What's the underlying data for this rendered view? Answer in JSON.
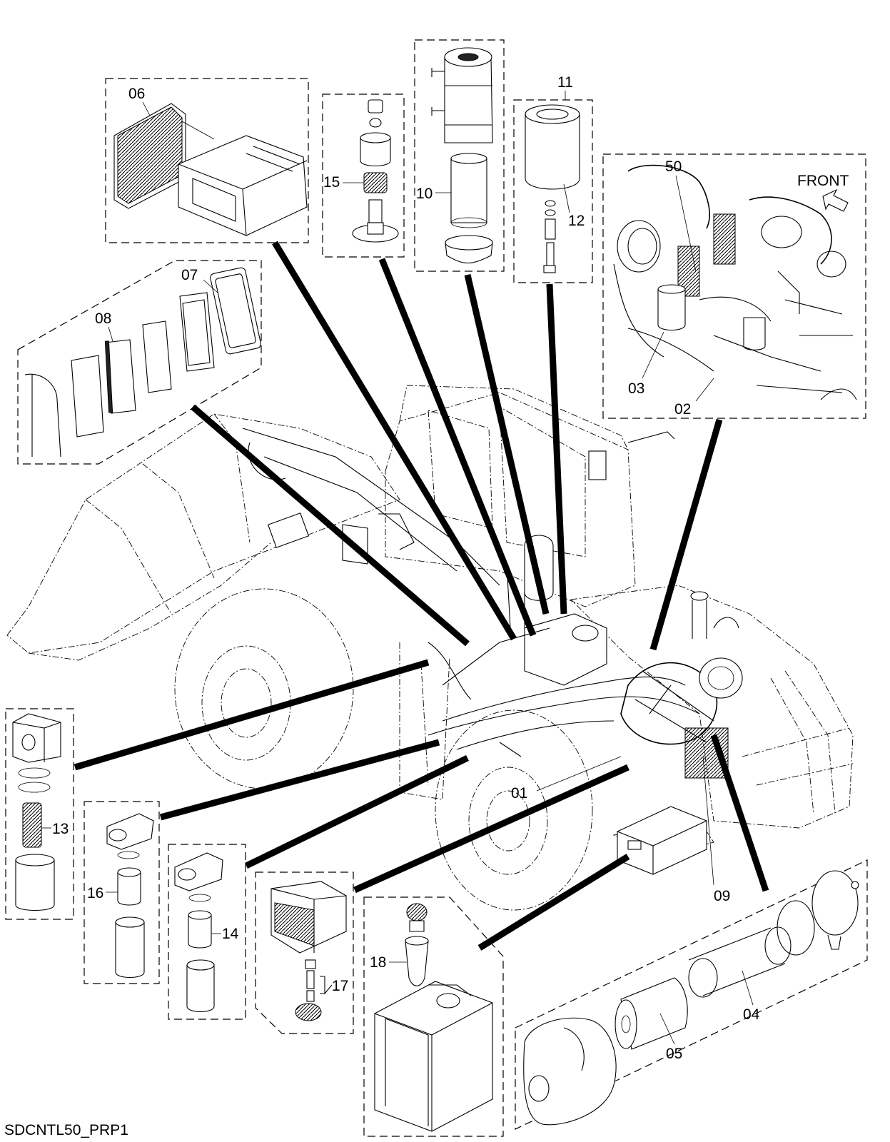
{
  "diagram": {
    "code": "SDCNTL50_PRP1",
    "direction_label": "FRONT",
    "callouts": {
      "c01": "01",
      "c02": "02",
      "c03": "03",
      "c04": "04",
      "c05": "05",
      "c06": "06",
      "c07": "07",
      "c08": "08",
      "c09": "09",
      "c10": "10",
      "c11": "11",
      "c12": "12",
      "c13": "13",
      "c14": "14",
      "c15": "15",
      "c16": "16",
      "c17": "17",
      "c18": "18",
      "c50": "50"
    }
  }
}
